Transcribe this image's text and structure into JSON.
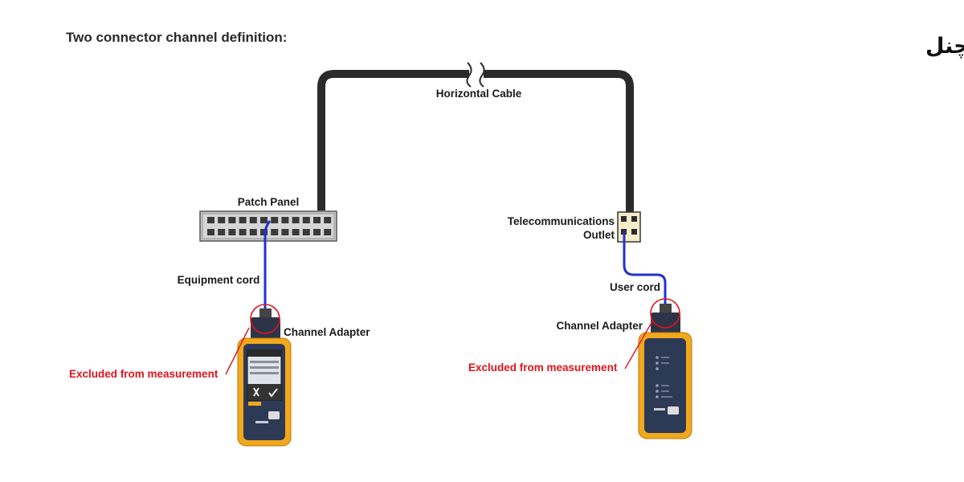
{
  "heading": "Two connector channel definition:",
  "persian_title": "تست کابل شبکه چنل",
  "labels": {
    "horizontal_cable": "Horizontal Cable",
    "patch_panel": "Patch Panel",
    "equipment_cord": "Equipment cord",
    "channel_adapter_left": "Channel Adapter",
    "excluded_left": "Excluded from measurement",
    "telecom_outlet_line1": "Telecommunications",
    "telecom_outlet_line2": "Outlet",
    "user_cord": "User cord",
    "channel_adapter_right": "Channel Adapter",
    "excluded_right": "Excluded from measurement"
  },
  "colors": {
    "cable": "#2b2b2b",
    "cord": "#2233cc",
    "highlight_circle": "#e0141e",
    "excluded_text": "#e0141e",
    "tester_body": "#f2a81d",
    "tester_face": "#2d3a55"
  }
}
